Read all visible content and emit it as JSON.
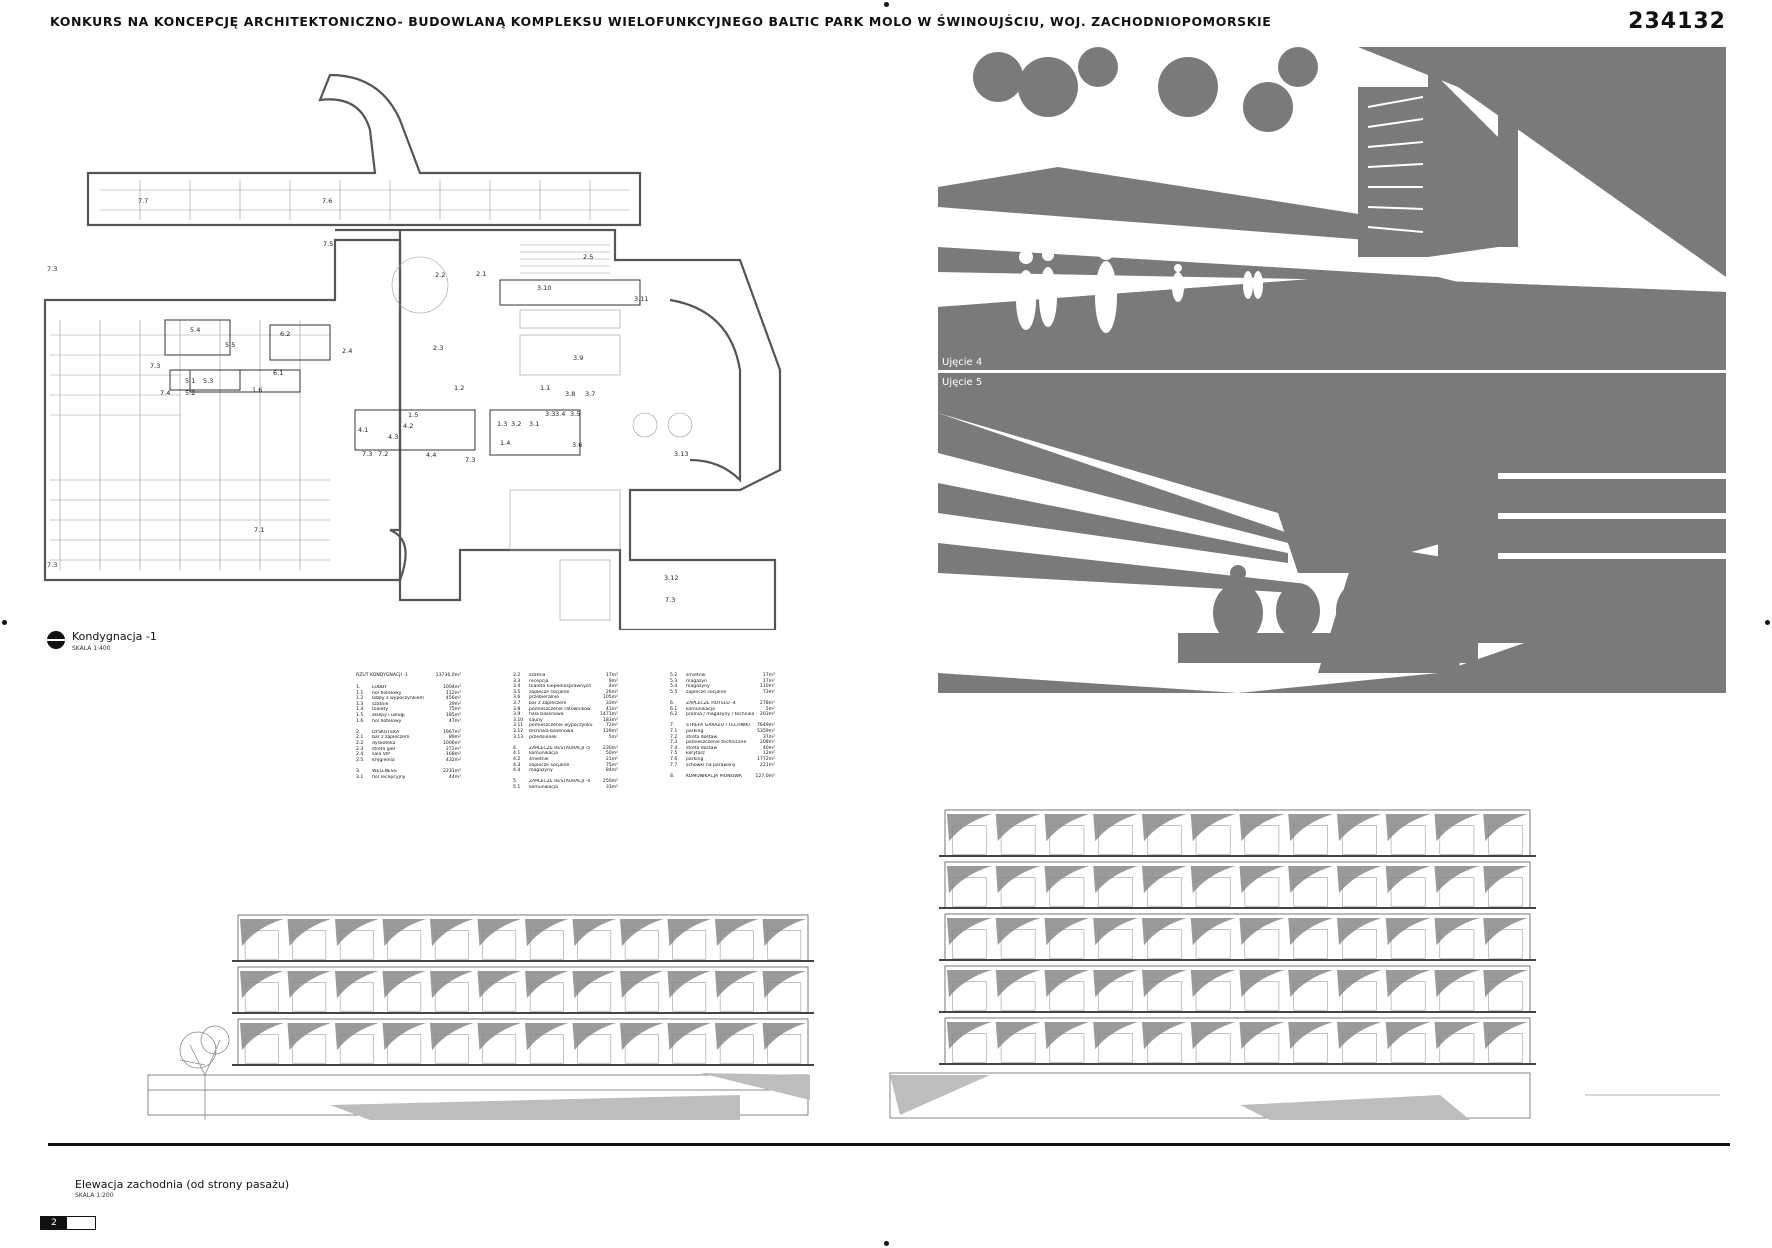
{
  "header": {
    "title": "KONKURS NA KONCEPCJĘ ARCHITEKTONICZNO- BUDOWLANĄ KOMPLEKSU WIELOFUNKCYJNEGO BALTIC PARK MOLO W ŚWINOUJŚCIU, WOJ. ZACHODNIOPOMORSKIE",
    "entry_number": "234132"
  },
  "plan": {
    "title": "Kondygnacja -1",
    "scale": "SKALA 1:400",
    "rooms": [
      "7.7",
      "7.6",
      "7.5",
      "7.3",
      "2.2",
      "2.1",
      "2.5",
      "3.10",
      "3.11",
      "5.4",
      "6.2",
      "5.5",
      "6.1",
      "2.4",
      "2.3",
      "3.9",
      "7.3",
      "5.1",
      "5.3",
      "1.6",
      "7.4",
      "5.2",
      "1.2",
      "1.1",
      "3.8",
      "3.7",
      "1.5",
      "4.2",
      "4.1",
      "4.3",
      "1.3",
      "3.2",
      "3.1",
      "3.3",
      "3.4",
      "3.5",
      "3.6",
      "1.4",
      "7.3",
      "7.2",
      "4.4",
      "7.3",
      "3.13",
      "7.1",
      "7.3",
      "3.12",
      "7.3"
    ]
  },
  "legend": {
    "header_label": "RZUT KONDYGNACJI -1",
    "header_area": "13736,0m²",
    "columns": [
      [
        {
          "n": "1.",
          "label": "LOBBY",
          "area": "1004m²"
        },
        {
          "n": "1.1",
          "label": "hol hotelowy",
          "area": "112m²"
        },
        {
          "n": "1.2",
          "label": "lobby z wypoczynkiem",
          "area": "456m²"
        },
        {
          "n": "1.3",
          "label": "szatnie",
          "area": "29m²"
        },
        {
          "n": "1.4",
          "label": "toalety",
          "area": "75m²"
        },
        {
          "n": "1.5",
          "label": "sklepy i usługi",
          "area": "185m²"
        },
        {
          "n": "1.6",
          "label": "hol hotelowy",
          "area": "47m²"
        },
        {
          "n": "",
          "label": "",
          "area": ""
        },
        {
          "n": "2.",
          "label": "DYSKOTEKA",
          "area": "1967m²"
        },
        {
          "n": "2.1",
          "label": "bar z zapleczem",
          "area": "89m²"
        },
        {
          "n": "2.2",
          "label": "dyskoteka",
          "area": "1006m²"
        },
        {
          "n": "2.3",
          "label": "strefa gier",
          "area": "272m²"
        },
        {
          "n": "2.4",
          "label": "sala VIP",
          "area": "168m²"
        },
        {
          "n": "2.5",
          "label": "kręgielnia",
          "area": "432m²"
        },
        {
          "n": "",
          "label": "",
          "area": ""
        },
        {
          "n": "3.",
          "label": "WELLNESS",
          "area": "2231m²"
        },
        {
          "n": "3.1",
          "label": "hol recepcyjny",
          "area": "44m²"
        }
      ],
      [
        {
          "n": "3.2",
          "label": "szatnia",
          "area": "17m²"
        },
        {
          "n": "3.3",
          "label": "recepcja",
          "area": "9m²"
        },
        {
          "n": "3.4",
          "label": "toaleta niepełnosprawnych",
          "area": "4m²"
        },
        {
          "n": "3.5",
          "label": "zaplecze socjalne",
          "area": "26m²"
        },
        {
          "n": "3.6",
          "label": "przebieralnie",
          "area": "105m²"
        },
        {
          "n": "3.7",
          "label": "bar z zapleczem",
          "area": "33m²"
        },
        {
          "n": "3.8",
          "label": "pomieszczenie ratowników",
          "area": "41m²"
        },
        {
          "n": "3.9",
          "label": "hala basenowa",
          "area": "1471m²"
        },
        {
          "n": "3.10",
          "label": "sauny",
          "area": "183m²"
        },
        {
          "n": "3.11",
          "label": "pomieszczenie wypoczynku",
          "area": "72m²"
        },
        {
          "n": "3.12",
          "label": "technika basenowa",
          "area": "129m²"
        },
        {
          "n": "3.13",
          "label": "przedsionek",
          "area": "5m²"
        },
        {
          "n": "",
          "label": "",
          "area": ""
        },
        {
          "n": "4.",
          "label": "ZAPLECZE RESTAURACJI -5",
          "area": "230m²"
        },
        {
          "n": "4.1",
          "label": "komunikacja",
          "area": "50m²"
        },
        {
          "n": "4.2",
          "label": "śmietnik",
          "area": "21m²"
        },
        {
          "n": "4.3",
          "label": "zaplecze socjalne",
          "area": "75m²"
        },
        {
          "n": "4.4",
          "label": "magazyny",
          "area": "84m²"
        },
        {
          "n": "",
          "label": "",
          "area": ""
        },
        {
          "n": "5.",
          "label": "ZAPLECZE RESTAURACJI -4",
          "area": "250m²"
        },
        {
          "n": "5.1",
          "label": "komunikacja",
          "area": "33m²"
        }
      ],
      [
        {
          "n": "5.2",
          "label": "śmietnik",
          "area": "17m²"
        },
        {
          "n": "5.3",
          "label": "magazyn",
          "area": "17m²"
        },
        {
          "n": "5.4",
          "label": "magazyny",
          "area": "110m²"
        },
        {
          "n": "5.5",
          "label": "zaplecze socjalne",
          "area": "73m²"
        },
        {
          "n": "",
          "label": "",
          "area": ""
        },
        {
          "n": "6.",
          "label": "ZAPLECZE HOTELU -4",
          "area": "278m²"
        },
        {
          "n": "6.1",
          "label": "komunikacja",
          "area": "5m²"
        },
        {
          "n": "6.2",
          "label": "pralnia / magazyny / technika",
          "area": "203m²"
        },
        {
          "n": "",
          "label": "",
          "area": ""
        },
        {
          "n": "7.",
          "label": "STREFA GARAŻU I TECHNIKI",
          "area": "7649m²"
        },
        {
          "n": "7.1",
          "label": "parking",
          "area": "5359m²"
        },
        {
          "n": "7.2",
          "label": "strefa dostaw",
          "area": "37m²"
        },
        {
          "n": "7.3",
          "label": "pomieszczenie techniczne",
          "area": "208m²"
        },
        {
          "n": "7.4",
          "label": "strefa dostaw",
          "area": "40m²"
        },
        {
          "n": "7.5",
          "label": "korytarz",
          "area": "12m²"
        },
        {
          "n": "7.6",
          "label": "parking",
          "area": "1772m²"
        },
        {
          "n": "7.7",
          "label": "schowki na parawany",
          "area": "221m²"
        },
        {
          "n": "",
          "label": "",
          "area": ""
        },
        {
          "n": "8.",
          "label": "KOMUNIKACJA PIONOWA",
          "area": "127,0m²"
        }
      ]
    ]
  },
  "views": {
    "view4_label": "Ujęcie 4",
    "view5_label": "Ujęcie 5"
  },
  "elevation": {
    "title": "Elewacja zachodnia (od strony pasażu)",
    "scale": "SKALA 1:200"
  },
  "footer": {
    "page_number": "2"
  }
}
